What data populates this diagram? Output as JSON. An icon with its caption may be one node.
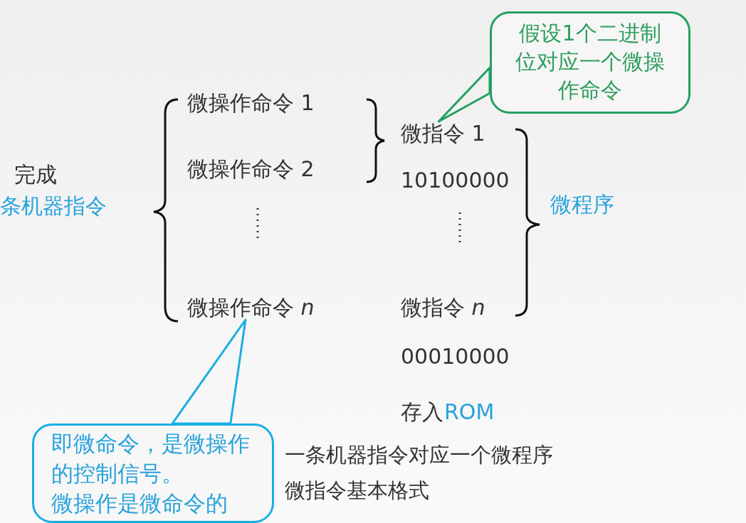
{
  "diagram": {
    "nodes": [
      {
        "text": [
          "假设1个二进制位对应一个微操作命令"
        ]
      },
      {
        "text": [
          "微指令 1"
        ]
      },
      {
        "text": [
          "微操作命令 *n*"
        ]
      },
      {
        "text": [
          "即微命令，是微操作的控制信号。",
          "微操作是微命令的"
        ]
      }
    ],
    "edges": [
      {
        "from": 0,
        "to": 1,
        "arrow": "none",
        "color": "#22a060"
      },
      {
        "from": 3,
        "to": 2,
        "arrow": "none",
        "color": "#1aaee5"
      }
    ],
    "labels": [
      "完成",
      "条机器指令",
      "微操作命令 1",
      "微操作命令 2",
      "10100000",
      "微程序",
      "微指令 *n*",
      "00010000",
      "存入",
      "ROM",
      "一条机器指令对应一个微程序",
      "微指令基本格式"
    ]
  }
}
